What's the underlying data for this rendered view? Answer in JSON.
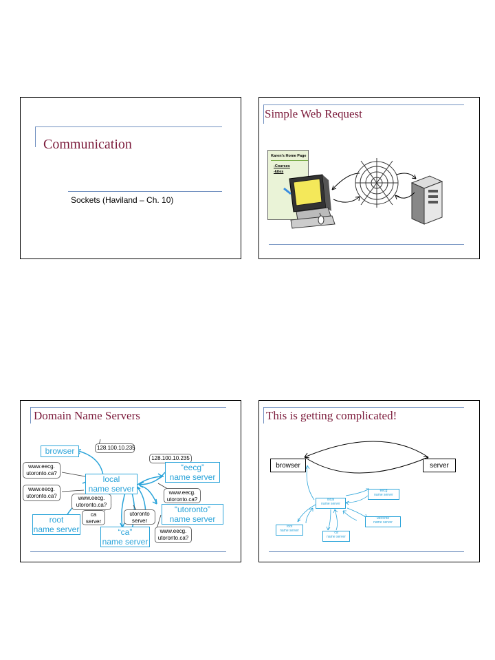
{
  "slide1": {
    "title": "Communication",
    "subtitle": "Sockets (Haviland – Ch. 10)"
  },
  "slide2": {
    "title": "Simple Web Request",
    "page_heading": "Karen's Home Page",
    "links": [
      "-Courses",
      "-kites"
    ],
    "icons": [
      "monitor-icon",
      "web-icon",
      "server-tower-icon"
    ]
  },
  "slide3": {
    "title": "Domain Name Servers",
    "browser": "browser",
    "local_ns": [
      "local",
      "name server"
    ],
    "eecg_ns": [
      "“eecg”",
      "name server"
    ],
    "utoronto_ns": [
      "“utoronto”",
      "name server"
    ],
    "root_ns": [
      "root",
      "name server"
    ],
    "ca_ns": [
      "“ca”",
      "name server"
    ],
    "ip1": "128.100.10.235",
    "ip2": "128.100.10.235",
    "query1": [
      "www.eecg.",
      "utoronto.ca?"
    ],
    "query2": [
      "www.eecg.",
      "utoronto.ca?"
    ],
    "query3": [
      "www.eecg.",
      "utoronto.ca?"
    ],
    "query4": [
      "www.eecg.",
      "utoronto.ca?"
    ],
    "query5": [
      "www.eecg.",
      "utoronto.ca?"
    ],
    "ca_server": [
      "ca",
      "server"
    ],
    "utoronto_server": [
      "utoronto",
      "server"
    ]
  },
  "slide4": {
    "title": "This is getting complicated!",
    "browser": "browser",
    "server": "server",
    "local_ns": [
      "local",
      "name server"
    ],
    "eecg_ns": [
      "“eecg”",
      "name server"
    ],
    "utoronto_ns": [
      "“utoronto”",
      "name server"
    ],
    "root_ns": [
      "root",
      "name server"
    ],
    "ca_ns": [
      "“ca”",
      "name server"
    ]
  }
}
